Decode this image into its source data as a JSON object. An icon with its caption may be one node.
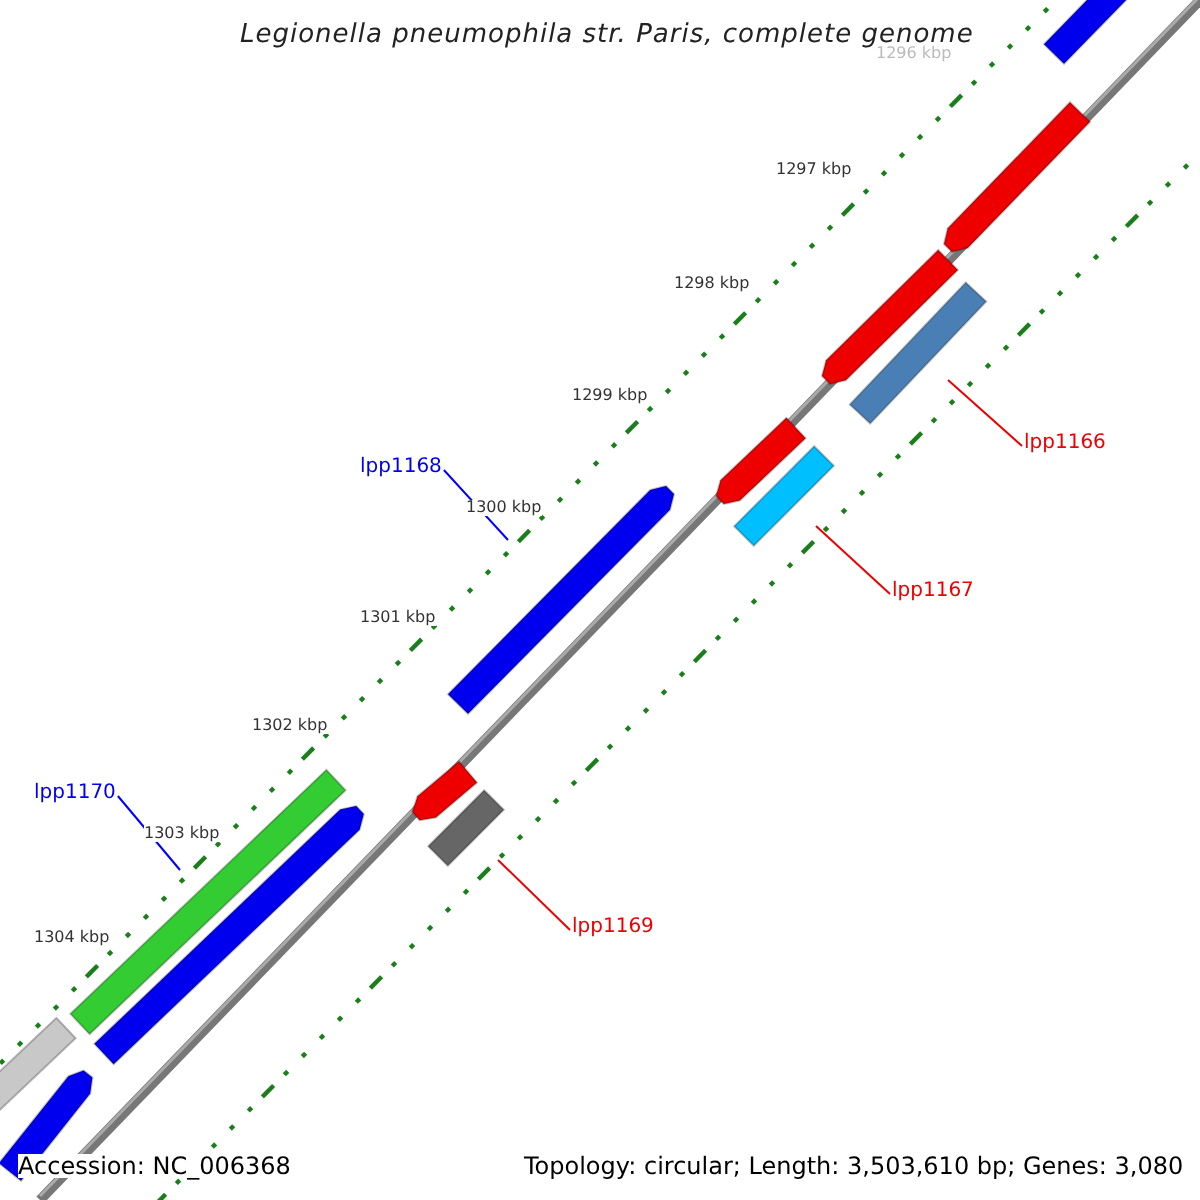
{
  "diagram": {
    "title": "Legionella pneumophila str. Paris, complete genome",
    "nodes": [
      {
        "text": [
          "lpp1166"
        ]
      },
      {
        "text": [],
        "shape": "bar"
      },
      {
        "text": [
          "lpp1167"
        ]
      },
      {
        "text": [],
        "shape": "bar"
      },
      {
        "text": [
          "lpp1168"
        ]
      },
      {
        "text": [],
        "shape": "bar"
      },
      {
        "text": [
          "lpp1169"
        ]
      },
      {
        "text": [],
        "shape": "bar"
      },
      {
        "text": [
          "lpp1170"
        ]
      },
      {
        "text": [],
        "shape": "bar"
      },
      {
        "text": [],
        "shape": "bar"
      },
      {
        "text": [],
        "shape": "bar"
      },
      {
        "text": [],
        "shape": "bar"
      },
      {
        "text": [],
        "shape": "bar"
      },
      {
        "text": [],
        "shape": "bar"
      },
      {
        "text": [],
        "shape": "bar"
      },
      {
        "text": [],
        "shape": "bar"
      },
      {
        "text": [],
        "shape": "bar"
      }
    ],
    "edges": [
      {
        "from": 0,
        "to": 1,
        "arrow": "none"
      },
      {
        "from": 2,
        "to": 3,
        "arrow": "none"
      },
      {
        "from": 4,
        "to": 5,
        "arrow": "none",
        "color": "#0000ff"
      },
      {
        "from": 6,
        "to": 7,
        "arrow": "none"
      },
      {
        "from": 8,
        "to": 9,
        "arrow": "none",
        "color": "#0000ff"
      }
    ],
    "labels": [
      "1296 kbp",
      "1297 kbp",
      "1298 kbp",
      "1299 kbp",
      "1300 kbp",
      "1301 kbp",
      "1302 kbp",
      "1303 kbp",
      "1304 kbp",
      "Accession: NC_006368",
      "Topology: circular; Length: 3,503,610 bp; Genes: 3,080"
    ]
  }
}
